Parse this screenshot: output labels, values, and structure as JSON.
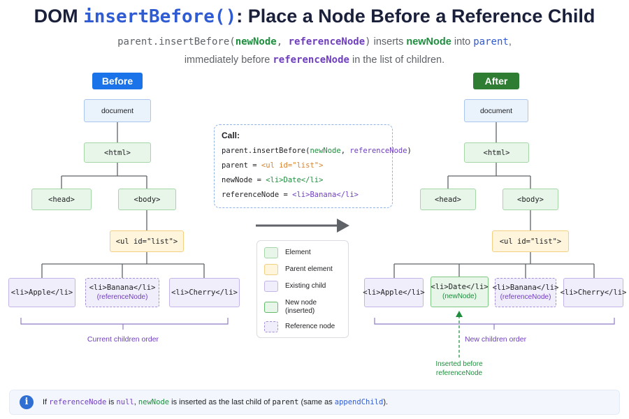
{
  "title": {
    "prefix": "DOM ",
    "code": "insertBefore()",
    "suffix": ": Place a Node Before a Reference Child"
  },
  "subtitle": {
    "line1": {
      "call_open": "parent.insertBefore(",
      "new_node": "newNode",
      "comma": ", ",
      "ref_node": "referenceNode",
      "call_close": ")",
      "text1": " inserts ",
      "new_node2": "newNode",
      "text2": " into ",
      "parent": "parent",
      "text3": ","
    },
    "line2": {
      "text1": "immediately before ",
      "ref_node": "referenceNode",
      "text2": " in the list of children."
    }
  },
  "before": {
    "header": "Before",
    "nodes": {
      "document": "document",
      "html": "<html>",
      "head": "<head>",
      "body": "<body>",
      "ul": "<ul id=\"list\">",
      "apple": "<li>Apple</li>",
      "banana": "<li>Banana</li>",
      "banana_sub": "(referenceNode)",
      "cherry": "<li>Cherry</li>"
    },
    "caption": "Current children order"
  },
  "after": {
    "header": "After",
    "nodes": {
      "document": "document",
      "html": "<html>",
      "head": "<head>",
      "body": "<body>",
      "ul": "<ul id=\"list\">",
      "apple": "<li>Apple</li>",
      "date": "<li>Date</li>",
      "date_sub": "(newNode)",
      "banana": "<li>Banana</li>",
      "banana_sub": "(referenceNode)",
      "cherry": "<li>Cherry</li>"
    },
    "caption": "New children order",
    "inserted_caption": {
      "line1": "Inserted before",
      "line2": "referenceNode"
    }
  },
  "call": {
    "label": "Call:",
    "line1": {
      "fn": "parent.insertBefore(",
      "new_node": "newNode",
      "comma": ", ",
      "ref_node": "referenceNode",
      "close": ")"
    },
    "line2": {
      "lhs": "parent = ",
      "rhs": "<ul id=\"list\">"
    },
    "line3": {
      "lhs": "newNode = ",
      "rhs": "<li>Date</li>"
    },
    "line4": {
      "lhs": "referenceNode = ",
      "rhs": "<li>Banana</li>"
    }
  },
  "legend": {
    "element": "Element",
    "parent": "Parent element",
    "existing": "Existing child",
    "new_line1": "New node",
    "new_line2": "(inserted)",
    "reference": "Reference node"
  },
  "note": {
    "if": "If ",
    "ref_node": "referenceNode",
    "is": " is ",
    "null": "null",
    "comma": ", ",
    "new_node": "newNode",
    "rest1": " is inserted as the last child of ",
    "parent": "parent",
    "rest2": " (same as ",
    "append": "appendChild",
    "rest3": ")."
  },
  "colors": {
    "before_header": "#1a73e8",
    "after_header": "#2e7d32",
    "element": "#e8f5e9",
    "parent": "#fff5dc",
    "existing": "#f1eefb",
    "new": "#e8f5e9",
    "accent_blue": "#2f5bd3",
    "accent_green": "#1e8e3e",
    "accent_purple": "#6f3dbf"
  },
  "icons": {
    "info": "info-icon",
    "arrow": "right-arrow-icon"
  }
}
